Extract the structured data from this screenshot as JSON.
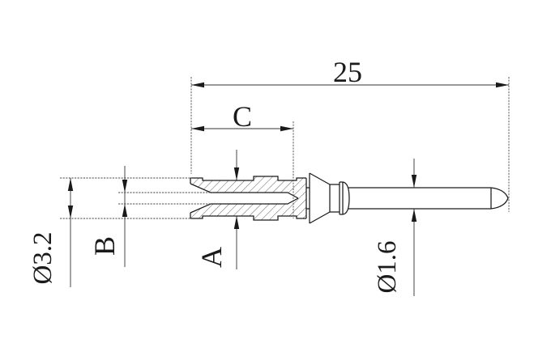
{
  "drawing": {
    "kind": "engineering-dimension-drawing",
    "part": "crimp-pin-contact-side-view",
    "labels": {
      "overall_length": "25",
      "crimp_depth": "C",
      "bore_diameter": "B",
      "barrel_diameter": "A",
      "body_diameter": "Ø3.2",
      "pin_diameter": "Ø1.6"
    },
    "colors": {
      "background": "#ffffff",
      "line": "#1a1a1a"
    }
  }
}
